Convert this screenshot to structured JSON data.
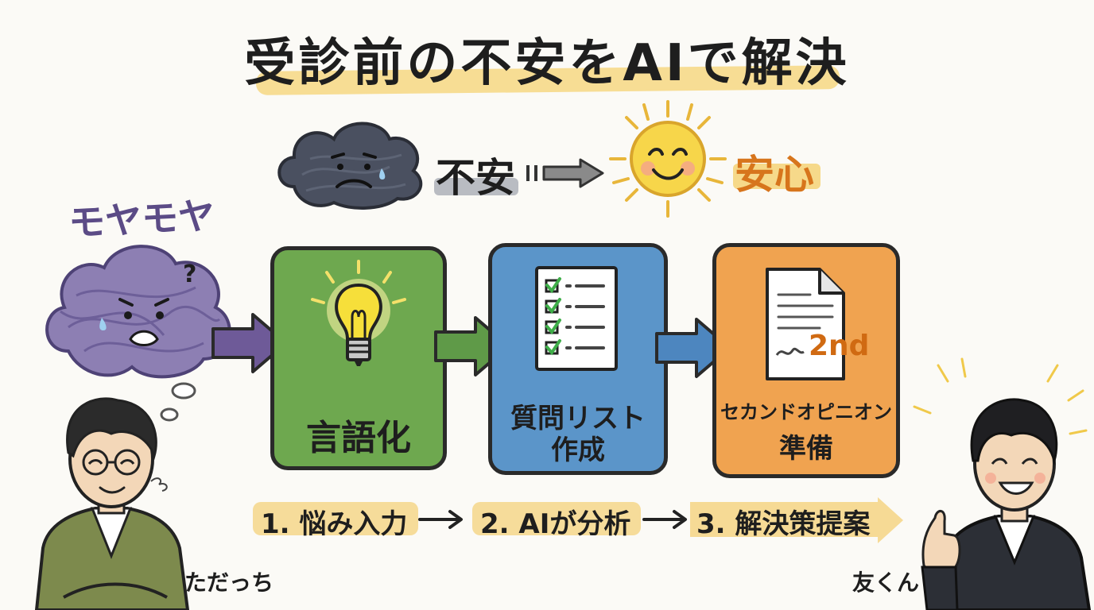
{
  "title": "受診前の不安をAIで解決",
  "mood": {
    "before": "不安",
    "after": "安心"
  },
  "worry_cloud": {
    "label": "モヤモヤ",
    "mark": "?"
  },
  "steps": [
    {
      "label": "言語化",
      "color": "#6ea84f",
      "icon": "lightbulb-icon"
    },
    {
      "label_line1": "質問リスト",
      "label_line2": "作成",
      "color": "#5b95c9",
      "icon": "checklist-icon"
    },
    {
      "label_line1": "セカンドオピニオン",
      "label_line2": "準備",
      "color": "#f0a350",
      "icon": "document-icon",
      "badge": "2nd"
    }
  ],
  "flow": [
    {
      "text": "1. 悩み入力"
    },
    {
      "text": "2. AIが分析"
    },
    {
      "text": "3. 解決策提案"
    }
  ],
  "people": {
    "left": "ただっち",
    "right": "友くん"
  },
  "colors": {
    "highlight": "#f6d98a",
    "arrow_purple": "#6e5a98",
    "arrow_green": "#5f9a48",
    "arrow_blue": "#4d86bf",
    "sun": "#f7d64a",
    "storm_cloud": "#4a5060"
  }
}
